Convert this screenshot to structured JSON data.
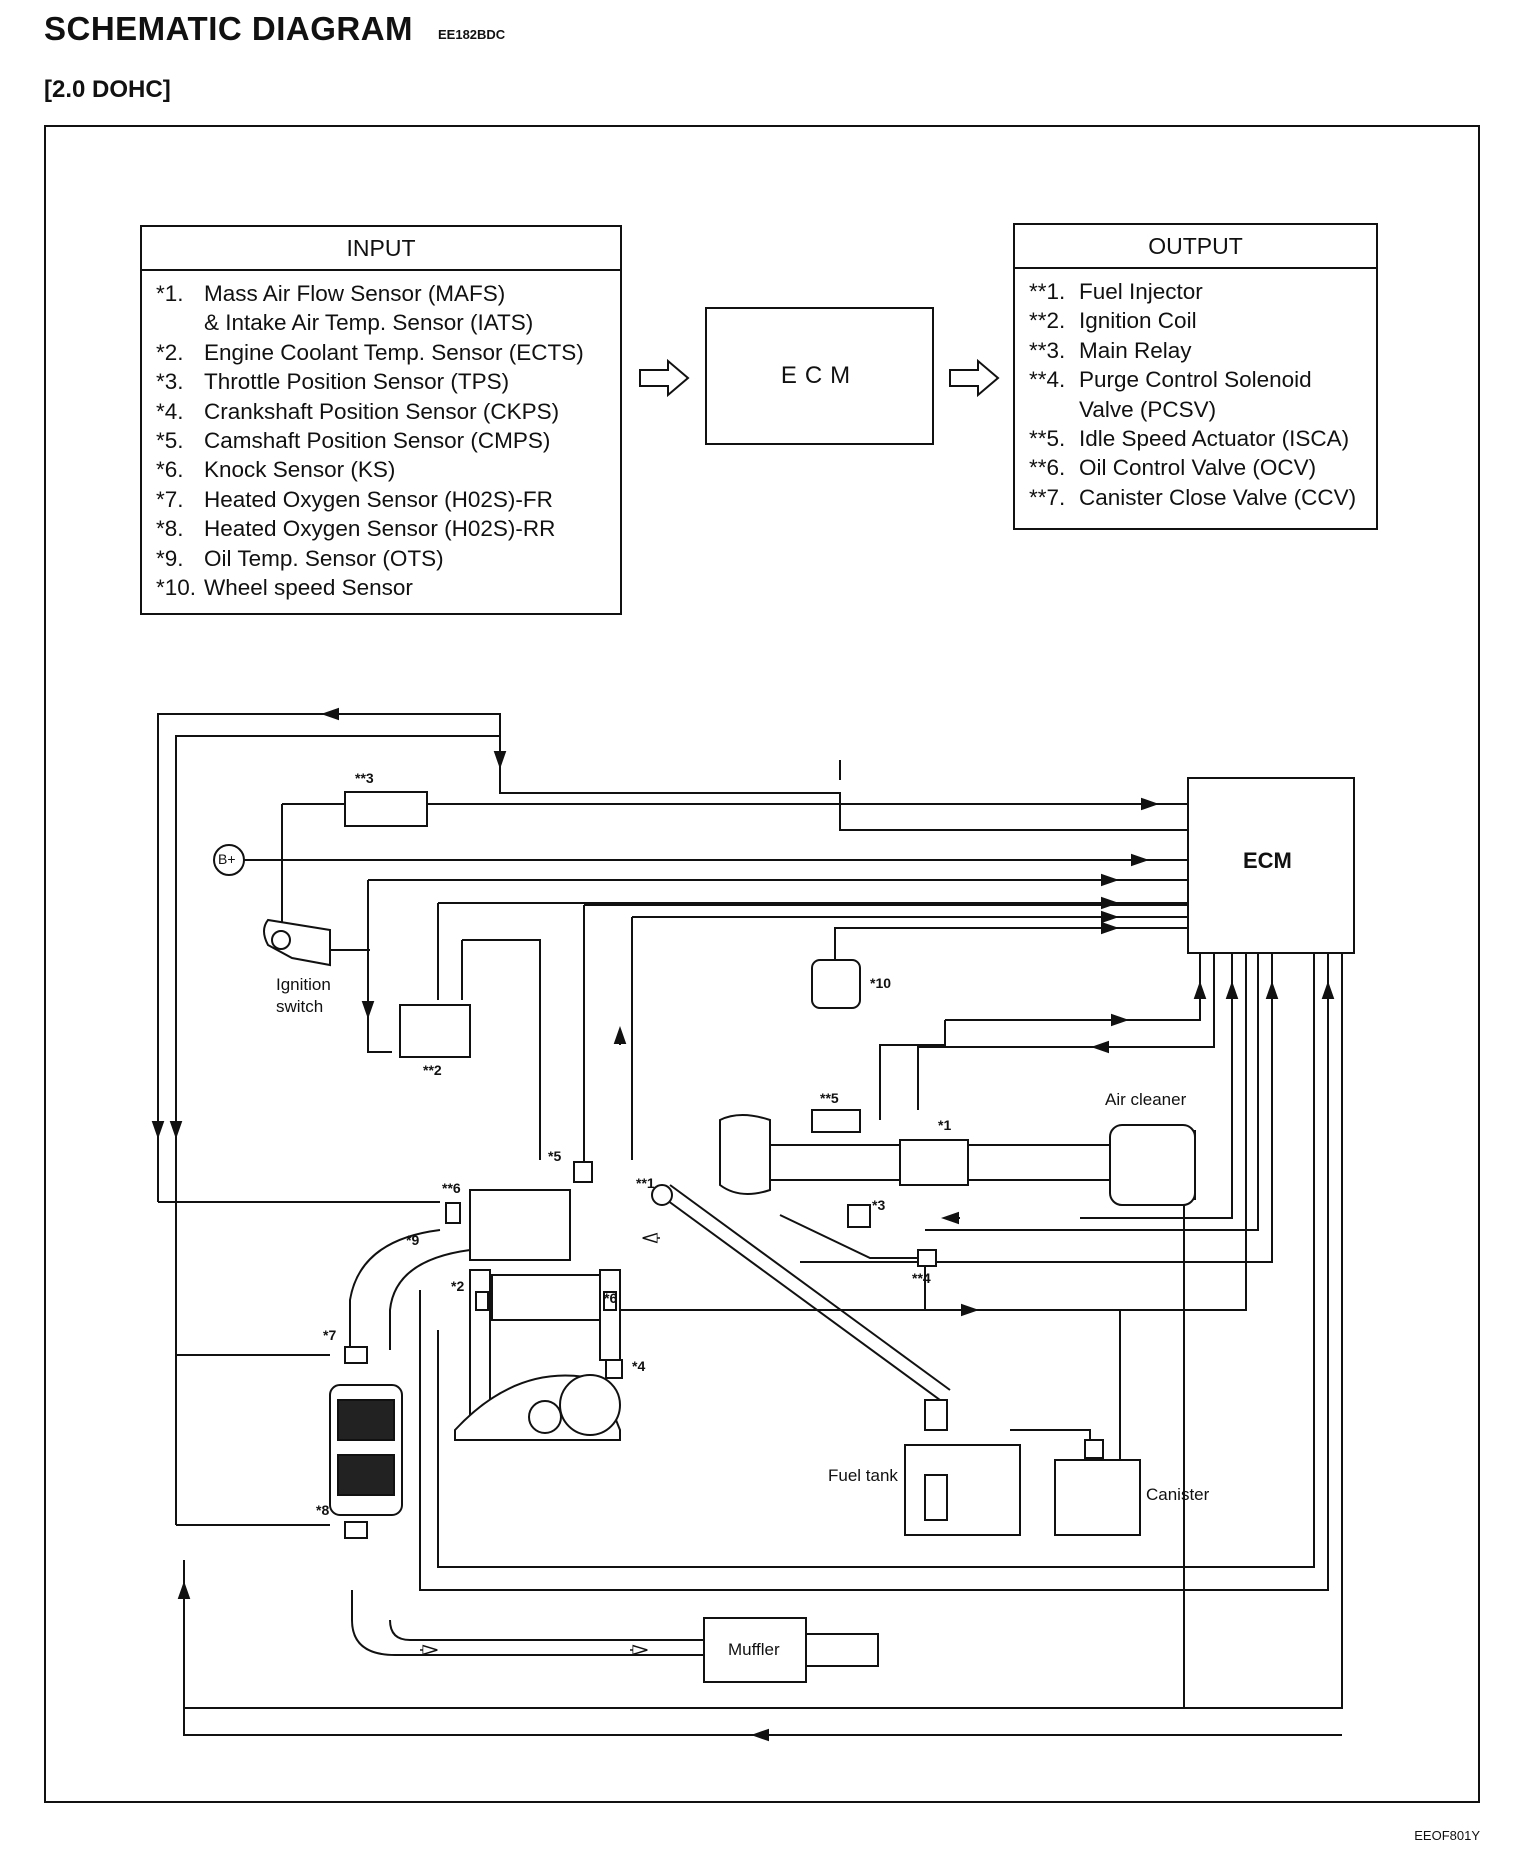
{
  "header": {
    "title": "SCHEMATIC DIAGRAM",
    "code": "EE182BDC",
    "engine": "[2.0 DOHC]"
  },
  "input": {
    "title": "INPUT",
    "items": [
      {
        "num": "*1.",
        "text": "Mass Air Flow Sensor (MAFS)"
      },
      {
        "num": "",
        "text": "& Intake Air Temp. Sensor (IATS)"
      },
      {
        "num": "*2.",
        "text": "Engine Coolant Temp. Sensor (ECTS)"
      },
      {
        "num": "*3.",
        "text": "Throttle Position Sensor (TPS)"
      },
      {
        "num": "*4.",
        "text": "Crankshaft Position Sensor (CKPS)"
      },
      {
        "num": "*5.",
        "text": "Camshaft Position Sensor (CMPS)"
      },
      {
        "num": "*6.",
        "text": "Knock Sensor (KS)"
      },
      {
        "num": "*7.",
        "text": "Heated Oxygen Sensor (H02S)-FR"
      },
      {
        "num": "*8.",
        "text": "Heated Oxygen Sensor (H02S)-RR"
      },
      {
        "num": "*9.",
        "text": "Oil Temp. Sensor (OTS)"
      },
      {
        "num": "*10.",
        "text": "Wheel speed Sensor"
      }
    ]
  },
  "ecm_center": "ECM",
  "output": {
    "title": "OUTPUT",
    "items": [
      {
        "num": "**1.",
        "text": "Fuel Injector"
      },
      {
        "num": "**2.",
        "text": "Ignition Coil"
      },
      {
        "num": "**3.",
        "text": "Main Relay"
      },
      {
        "num": "**4.",
        "text": "Purge Control Solenoid"
      },
      {
        "num": "",
        "text": "Valve (PCSV)"
      },
      {
        "num": "**5.",
        "text": "Idle Speed Actuator (ISCA)"
      },
      {
        "num": "**6.",
        "text": "Oil Control Valve (OCV)"
      },
      {
        "num": "**7.",
        "text": "Canister Close Valve (CCV)"
      }
    ]
  },
  "schematic": {
    "ecm_label": "ECM",
    "battery": "B+",
    "ignition_switch": [
      "Ignition",
      "switch"
    ],
    "air_cleaner": "Air cleaner",
    "fuel_tank": "Fuel tank",
    "canister": "Canister",
    "muffler": "Muffler",
    "tags": {
      "main_relay": "**3",
      "wheel_speed": "*10",
      "ignition_coil": "**2",
      "isca": "**5",
      "mafs": "*1",
      "cmps": "*5",
      "ocv": "**6",
      "injector": "**1",
      "tps": "*3",
      "ots": "*9",
      "ects": "*2",
      "ks": "*6",
      "pcsv": "**4",
      "ckps": "*4",
      "ho2s_fr": "*7",
      "ho2s_rr": "*8"
    }
  },
  "figure_code": "EEOF801Y"
}
